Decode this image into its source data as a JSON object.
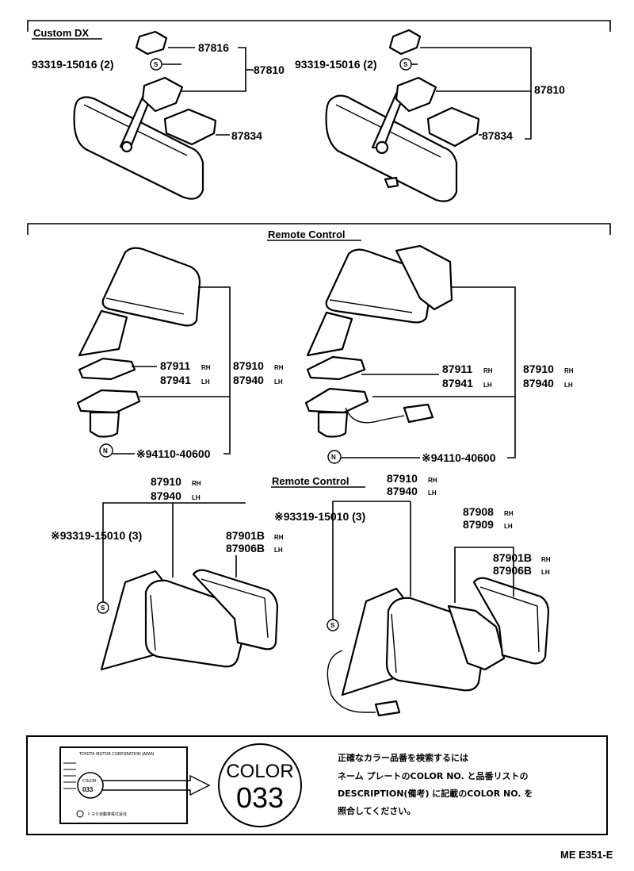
{
  "sections": {
    "custom_dx": "Custom DX",
    "remote_control_1": "Remote Control",
    "remote_control_2": "Remote Control"
  },
  "top_left": {
    "p87816": "87816",
    "p87810": "87810",
    "p93319": "93319-15016 (2)",
    "p87834": "87834",
    "symbol": "S"
  },
  "top_right": {
    "p93319": "93319-15016 (2)",
    "p87810": "87810",
    "p87834": "87834",
    "symbol": "S"
  },
  "mid_left": {
    "p87911": "87911",
    "p87911_suffix": "RH",
    "p87941": "87941",
    "p87941_suffix": "LH",
    "p87910": "87910",
    "p87910_suffix": "RH",
    "p87940": "87940",
    "p87940_suffix": "LH",
    "p94110": "※94110-40600",
    "symbol": "N"
  },
  "mid_right": {
    "p87911": "87911",
    "p87911_suffix": "RH",
    "p87941": "87941",
    "p87941_suffix": "LH",
    "p87910": "87910",
    "p87910_suffix": "RH",
    "p87940": "87940",
    "p87940_suffix": "LH",
    "p94110": "※94110-40600",
    "symbol": "N"
  },
  "bottom_left": {
    "p87910": "87910",
    "p87910_suffix": "RH",
    "p87940": "87940",
    "p87940_suffix": "LH",
    "p93319": "※93319-15010 (3)",
    "p87901": "87901B",
    "p87901_suffix": "RH",
    "p87906": "87906B",
    "p87906_suffix": "LH",
    "symbol": "S"
  },
  "bottom_right": {
    "p87910": "87910",
    "p87910_suffix": "RH",
    "p87940": "87940",
    "p87940_suffix": "LH",
    "p93319": "※93319-15010 (3)",
    "p87908": "87908",
    "p87908_suffix": "RH",
    "p87909": "87909",
    "p87909_suffix": "LH",
    "p87901": "87901B",
    "p87901_suffix": "RH",
    "p87906": "87906B",
    "p87906_suffix": "LH",
    "symbol": "S"
  },
  "color_box": {
    "plate_title": "TOYOTA MOTOR CORPORATION JAPAN",
    "plate_color_label": "COLOR",
    "plate_color_value": "033",
    "plate_maker": "トヨタ自動車株式会社",
    "circle_label": "COLOR",
    "circle_value": "033",
    "note_line1": "正確なカラー品番を検索するには",
    "note_line2": "ネーム プレートのCOLOR NO. と品番リストの",
    "note_line3": "DESCRIPTION(備考) に記載のCOLOR NO. を",
    "note_line4": "照合してください。"
  },
  "footer": {
    "code": "ME E351-E"
  }
}
